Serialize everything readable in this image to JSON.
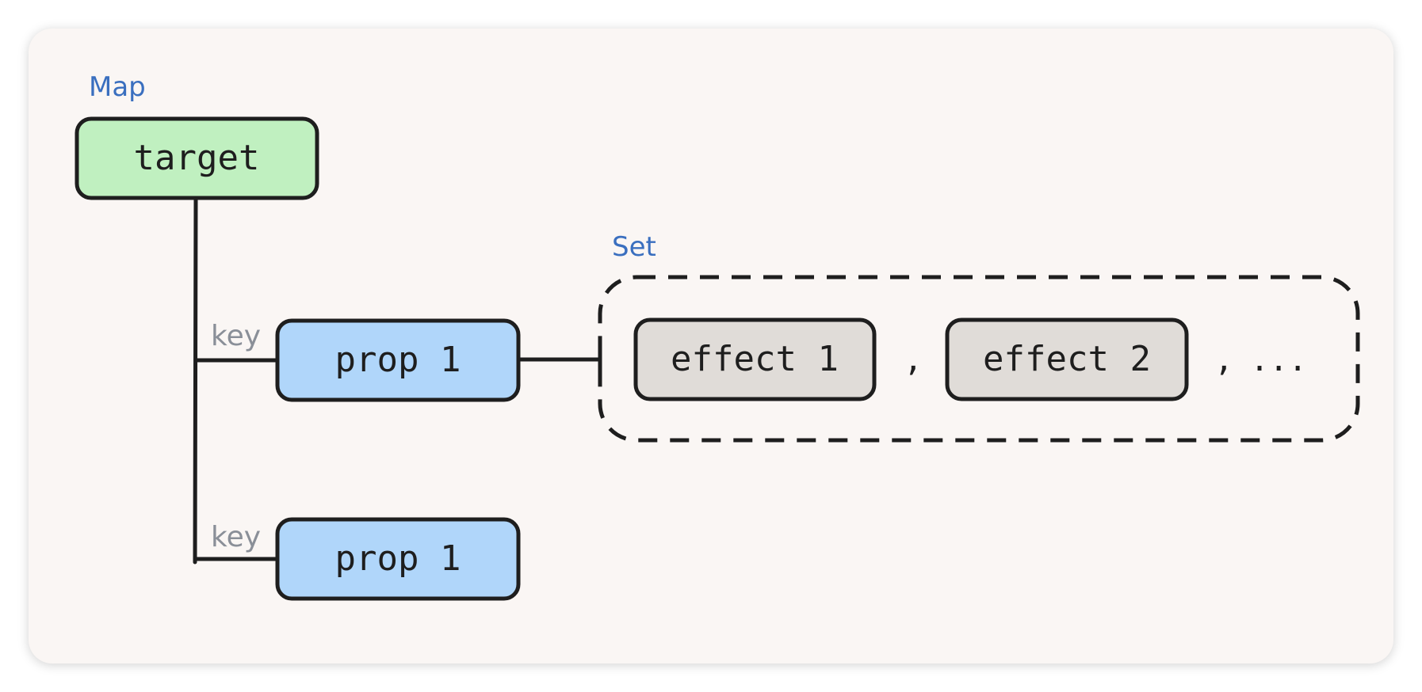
{
  "colors": {
    "background": "#faf6f4",
    "stroke": "#1e1e1e",
    "label_blue": "#3a6fbf",
    "key_gray": "#8a8f98",
    "target_fill": "#c0f0c0",
    "prop_fill": "#b0d6fa",
    "effect_fill": "#e0dcd8"
  },
  "labels": {
    "map": "Map",
    "set": "Set",
    "key_1": "key",
    "key_2": "key"
  },
  "nodes": {
    "target": "target",
    "prop_1": "prop 1",
    "prop_2": "prop 1",
    "effect_1": "effect 1",
    "effect_2": "effect 2"
  },
  "separators": {
    "comma_1": ",",
    "comma_2": ",",
    "ellipsis": "..."
  }
}
